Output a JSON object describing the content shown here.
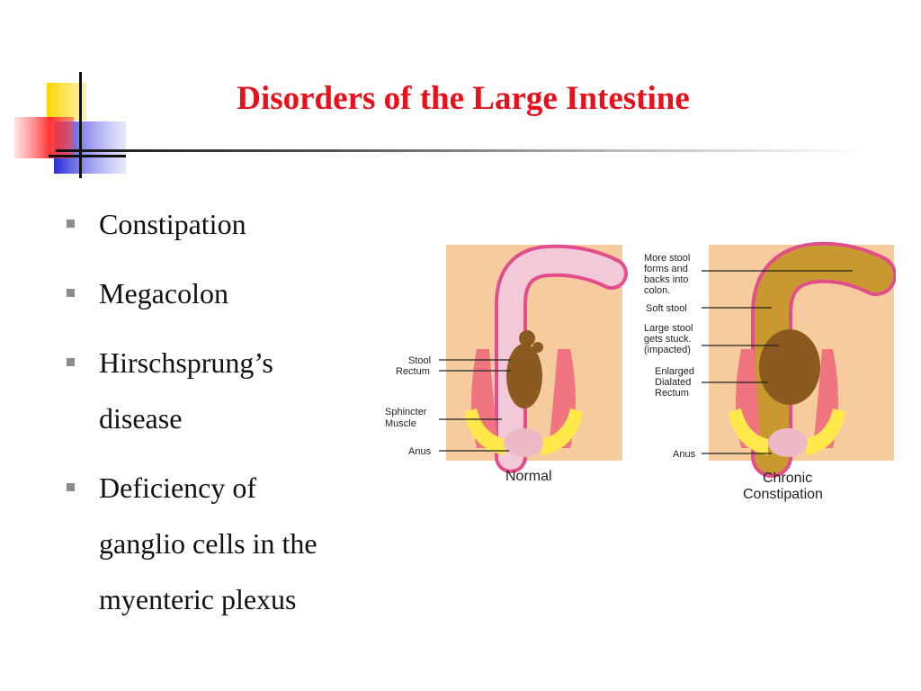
{
  "slide": {
    "title": "Disorders of the Large Intestine",
    "bullets": [
      {
        "lines": [
          "Constipation"
        ]
      },
      {
        "lines": [
          "Megacolon"
        ]
      },
      {
        "lines": [
          "Hirschsprung’s",
          "disease"
        ]
      },
      {
        "lines": [
          "Deficiency of",
          "ganglio cells in the",
          "myenteric plexus"
        ]
      }
    ]
  },
  "figure": {
    "normal": {
      "caption": "Normal",
      "labels": {
        "stool": "Stool",
        "rectum": "Rectum",
        "sphincter_1": "Sphincter",
        "sphincter_2": "Muscle",
        "anus": "Anus"
      }
    },
    "chronic": {
      "caption_1": "Chronic",
      "caption_2": "Constipation",
      "labels": {
        "more_stool_1": "More stool",
        "more_stool_2": "forms and",
        "more_stool_3": "backs into",
        "more_stool_4": "colon.",
        "soft_stool": "Soft stool",
        "large_stool_1": "Large stool",
        "large_stool_2": "gets stuck.",
        "large_stool_3": "(impacted)",
        "enlarged_1": "Enlarged",
        "enlarged_2": "Dialated",
        "enlarged_3": "Rectum",
        "anus": "Anus"
      }
    }
  },
  "colors": {
    "title": "#e8101a",
    "logo_yellow": "#ffd400",
    "logo_red": "#ff3333",
    "logo_blue": "#2a2ad8",
    "tissue": "#f6cc9e",
    "stool": "#8b5a1e"
  }
}
